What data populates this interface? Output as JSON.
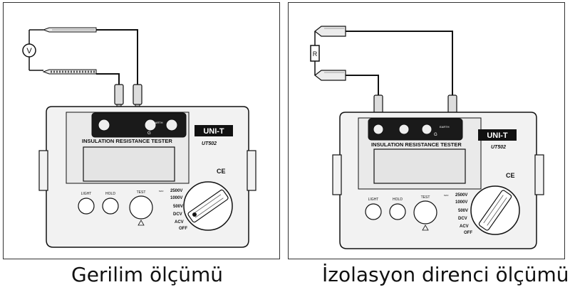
{
  "left_panel": {
    "caption": "Gerilim ölçümü",
    "meter_symbol": "V"
  },
  "right_panel": {
    "caption": "İzolasyon direnci ölçümü",
    "resistor_symbol": "R"
  },
  "meter": {
    "brand": "UNI-T",
    "model": "UT502",
    "title": "INSULATION RESISTANCE TESTER",
    "ce_mark": "CE",
    "buttons": {
      "light": "LIGHT",
      "hold": "HOLD",
      "test": "TEST"
    },
    "terminals": {
      "g": "G",
      "earth": "EARTH"
    },
    "max_label": "MAX",
    "rotary_positions": [
      "2500V",
      "1000V",
      "500V",
      "DCV",
      "ACV",
      "OFF"
    ]
  }
}
